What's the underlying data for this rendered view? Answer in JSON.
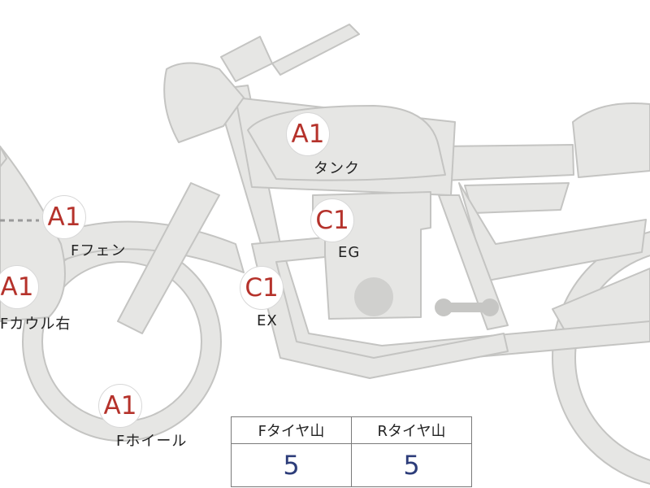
{
  "colors": {
    "body_fill": "#e6e6e4",
    "body_stroke": "#c4c4c2",
    "grade_a": "#b5322b",
    "grade_c": "#b5322b",
    "tread_value": "#2d3d7a",
    "table_border": "#7a7a7a"
  },
  "markers": [
    {
      "id": "tank",
      "grade": "A1",
      "label": "タンク"
    },
    {
      "id": "front-fender",
      "grade": "A1",
      "label": "Fフェン"
    },
    {
      "id": "engine",
      "grade": "C1",
      "label": "EG"
    },
    {
      "id": "exhaust",
      "grade": "C1",
      "label": "EX"
    },
    {
      "id": "front-cowl-right",
      "grade": "A1",
      "label": "Fカウル右"
    },
    {
      "id": "front-wheel",
      "grade": "A1",
      "label": "Fホイール"
    }
  ],
  "tire_table": {
    "headers": [
      "Fタイヤ山",
      "Rタイヤ山"
    ],
    "values": [
      "5",
      "5"
    ]
  }
}
